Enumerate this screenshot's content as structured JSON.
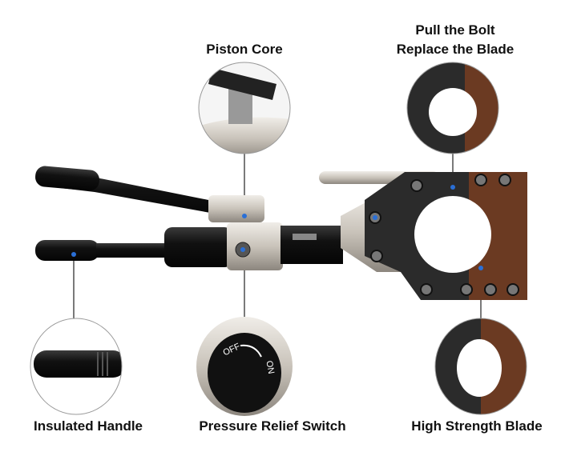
{
  "labels": {
    "piston_core": "Piston Core",
    "pull_bolt": "Pull the Bolt",
    "replace_blade": "Replace the Blade",
    "insulated_handle": "Insulated Handle",
    "pressure_relief_switch": "Pressure Relief Switch",
    "high_strength_blade": "High Strength Blade"
  },
  "switch_text": {
    "off": "OFF",
    "on": "ON"
  },
  "colors": {
    "marker": "#2a6fd6",
    "blade": "#6b3a22",
    "steel": "#cfcac2",
    "body": "#161616"
  }
}
